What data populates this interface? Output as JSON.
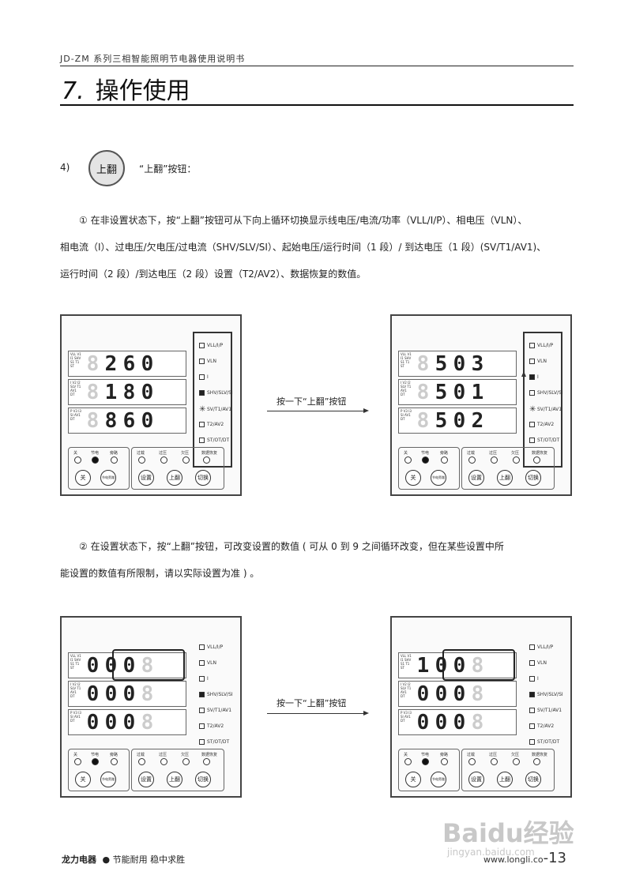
{
  "header": {
    "series_title": "JD-ZM 系列三相智能照明节电器使用说明书"
  },
  "section": {
    "number": "7.",
    "title": "操作使用"
  },
  "item4": {
    "num": "4)",
    "button_label": "上翻",
    "desc": "“上翻”按钮："
  },
  "para1": {
    "l1": "① 在非设置状态下，按“上翻”按钮可从下向上循环切换显示线电压/电流/功率（VLL/I/P）、相电压（VLN）、",
    "l2": "相电流（I）、过电压/欠电压/过电流（SHV/SLV/SI）、起始电压/运行时间（1 段）/ 到达电压（1 段）(SV/T1/AV1)、",
    "l3": "运行时间（2 段）/到达电压（2 段）设置（T2/AV2）、数据恢复的数值。"
  },
  "para2": {
    "l1": "② 在设置状态下，按“上翻”按钮，可改变设置的数值 ( 可从 0 到 9 之间循环改变，但在某些设置中所",
    "l2": "能设置的数值有所限制，请以实际设置为准 ) 。"
  },
  "arrow_label": "按一下“上翻”按钮",
  "panel": {
    "row_labels": [
      "VLL V1 I1 SHV S1 T1 ST",
      "I V2 I2 SLV T1 AV1 DT",
      "P V3 I3 SI AV1 DT"
    ],
    "indicators": [
      "VLL/I/P",
      "VLN",
      "I",
      "SHV/SLV/SI",
      "SV/T1/AV1",
      "T2/AV2",
      "ST/OT/DT"
    ],
    "leds_left": [
      "关",
      "节电",
      "旁路"
    ],
    "leds_right": [
      "过载",
      "过压",
      "欠压",
      "数据恢复"
    ],
    "keys_left": [
      "关",
      "节电旁路"
    ],
    "keys_right": [
      "设置",
      "上翻",
      "切换"
    ]
  },
  "panels": [
    {
      "digits": [
        [
          "8",
          "2",
          "6",
          "0"
        ],
        [
          "8",
          "1",
          "8",
          "0"
        ],
        [
          "8",
          "8",
          "6",
          "0"
        ]
      ]
    },
    {
      "digits": [
        [
          "8",
          "5",
          "0",
          "3"
        ],
        [
          "8",
          "5",
          "0",
          "1"
        ],
        [
          "8",
          "5",
          "0",
          "2"
        ]
      ]
    },
    {
      "digits": [
        [
          "0",
          "0",
          "0",
          "8"
        ],
        [
          "0",
          "0",
          "0",
          "8"
        ],
        [
          "0",
          "0",
          "0",
          "8"
        ]
      ]
    },
    {
      "digits": [
        [
          "1",
          "0",
          "0",
          "8"
        ],
        [
          "0",
          "0",
          "0",
          "8"
        ],
        [
          "0",
          "0",
          "0",
          "8"
        ]
      ]
    }
  ],
  "footer": {
    "brand": "龙力电器",
    "bullet": "●",
    "slogan": "节能耐用 稳中求胜",
    "url": "www.longli.co",
    "page": "-13"
  },
  "watermark": {
    "text": "Baidu经验",
    "sub": "jingyan.baidu.com"
  }
}
